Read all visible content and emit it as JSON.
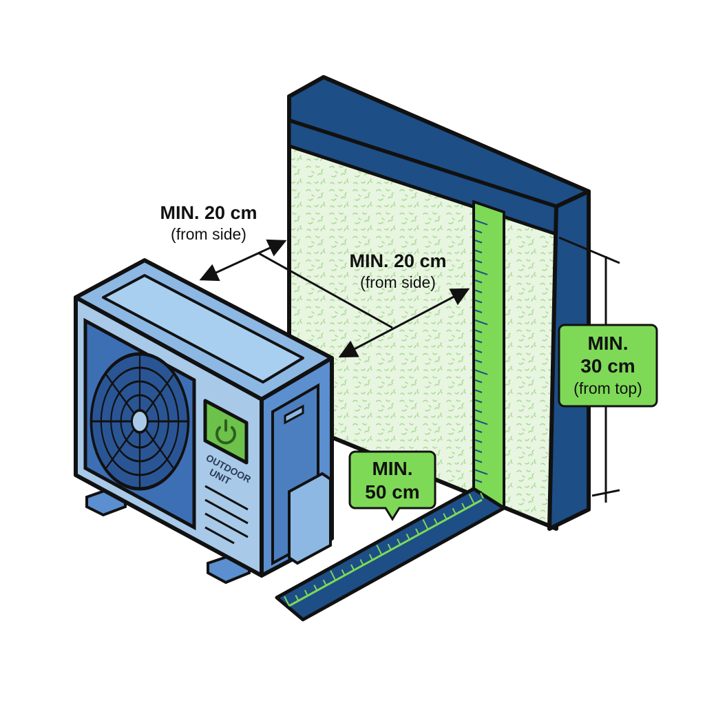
{
  "labels": {
    "side_left": {
      "main": "MIN. 20 cm",
      "sub": "(from side)"
    },
    "side_right": {
      "main": "MIN. 20 cm",
      "sub": "(from side)"
    },
    "top": {
      "line1": "MIN.",
      "line2": "30 cm",
      "line3": "(from top)"
    },
    "front": {
      "line1": "MIN.",
      "line2": "50 cm"
    }
  },
  "unit": {
    "line1": "OUTDOOR",
    "line2": "UNIT",
    "icon": "power-icon"
  },
  "colors": {
    "outline": "#111111",
    "wall_navy": "#1d4e86",
    "wall_panel": "#e8f5e1",
    "wall_speckle": "#9fd68a",
    "accent_green": "#6cc24a",
    "unit_blue": "#a8c9e8",
    "unit_blue_dark": "#5b8fcf"
  }
}
